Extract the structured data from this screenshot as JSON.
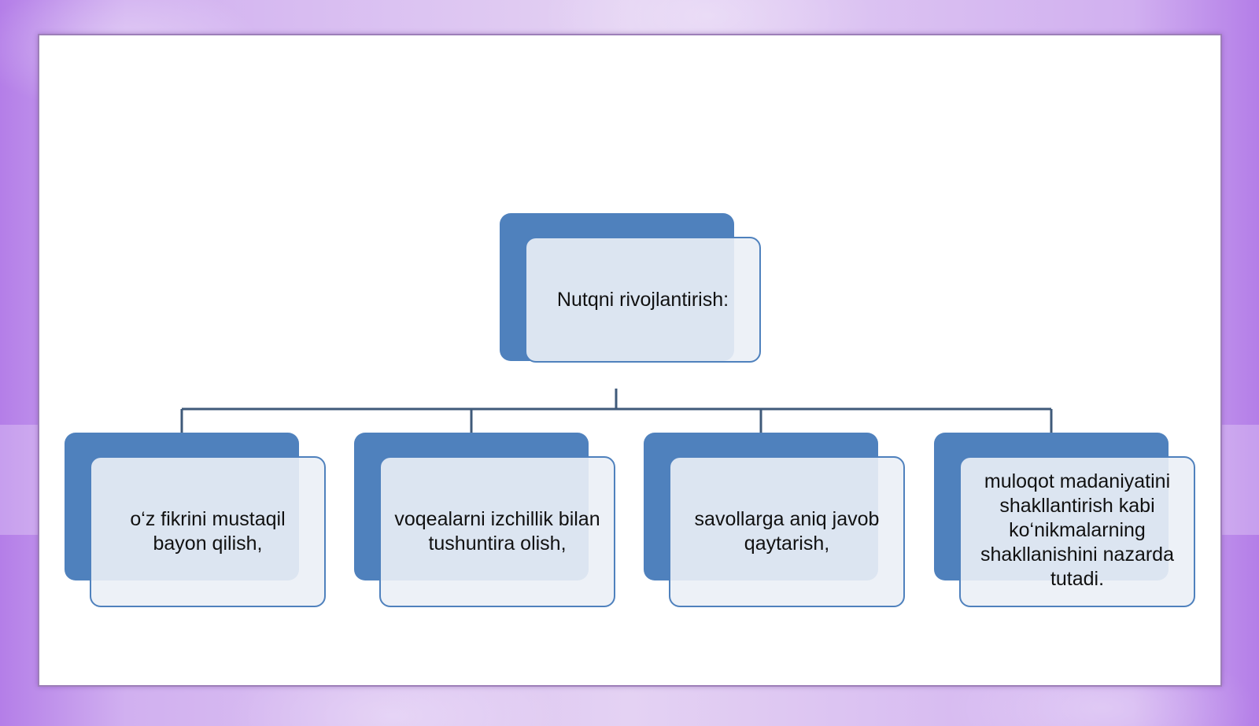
{
  "diagram": {
    "root": {
      "label": "Nutqni rivojlantirish:"
    },
    "children": [
      {
        "label": "o‘z fikrini mustaqil bayon qilish,"
      },
      {
        "label": "voqealarni izchillik bilan tushuntira olish,"
      },
      {
        "label": "savollarga aniq javob qaytarish,"
      },
      {
        "label": "muloqot madaniyatini shakllantirish kabi ko‘nikmalarning shakllanishini nazarda tutadi."
      }
    ]
  },
  "colors": {
    "node_fill": "#4f81bd",
    "node_front_fill": "#ebf0f6",
    "connector": "#3f5a7a",
    "frame": "#b47ee8"
  }
}
